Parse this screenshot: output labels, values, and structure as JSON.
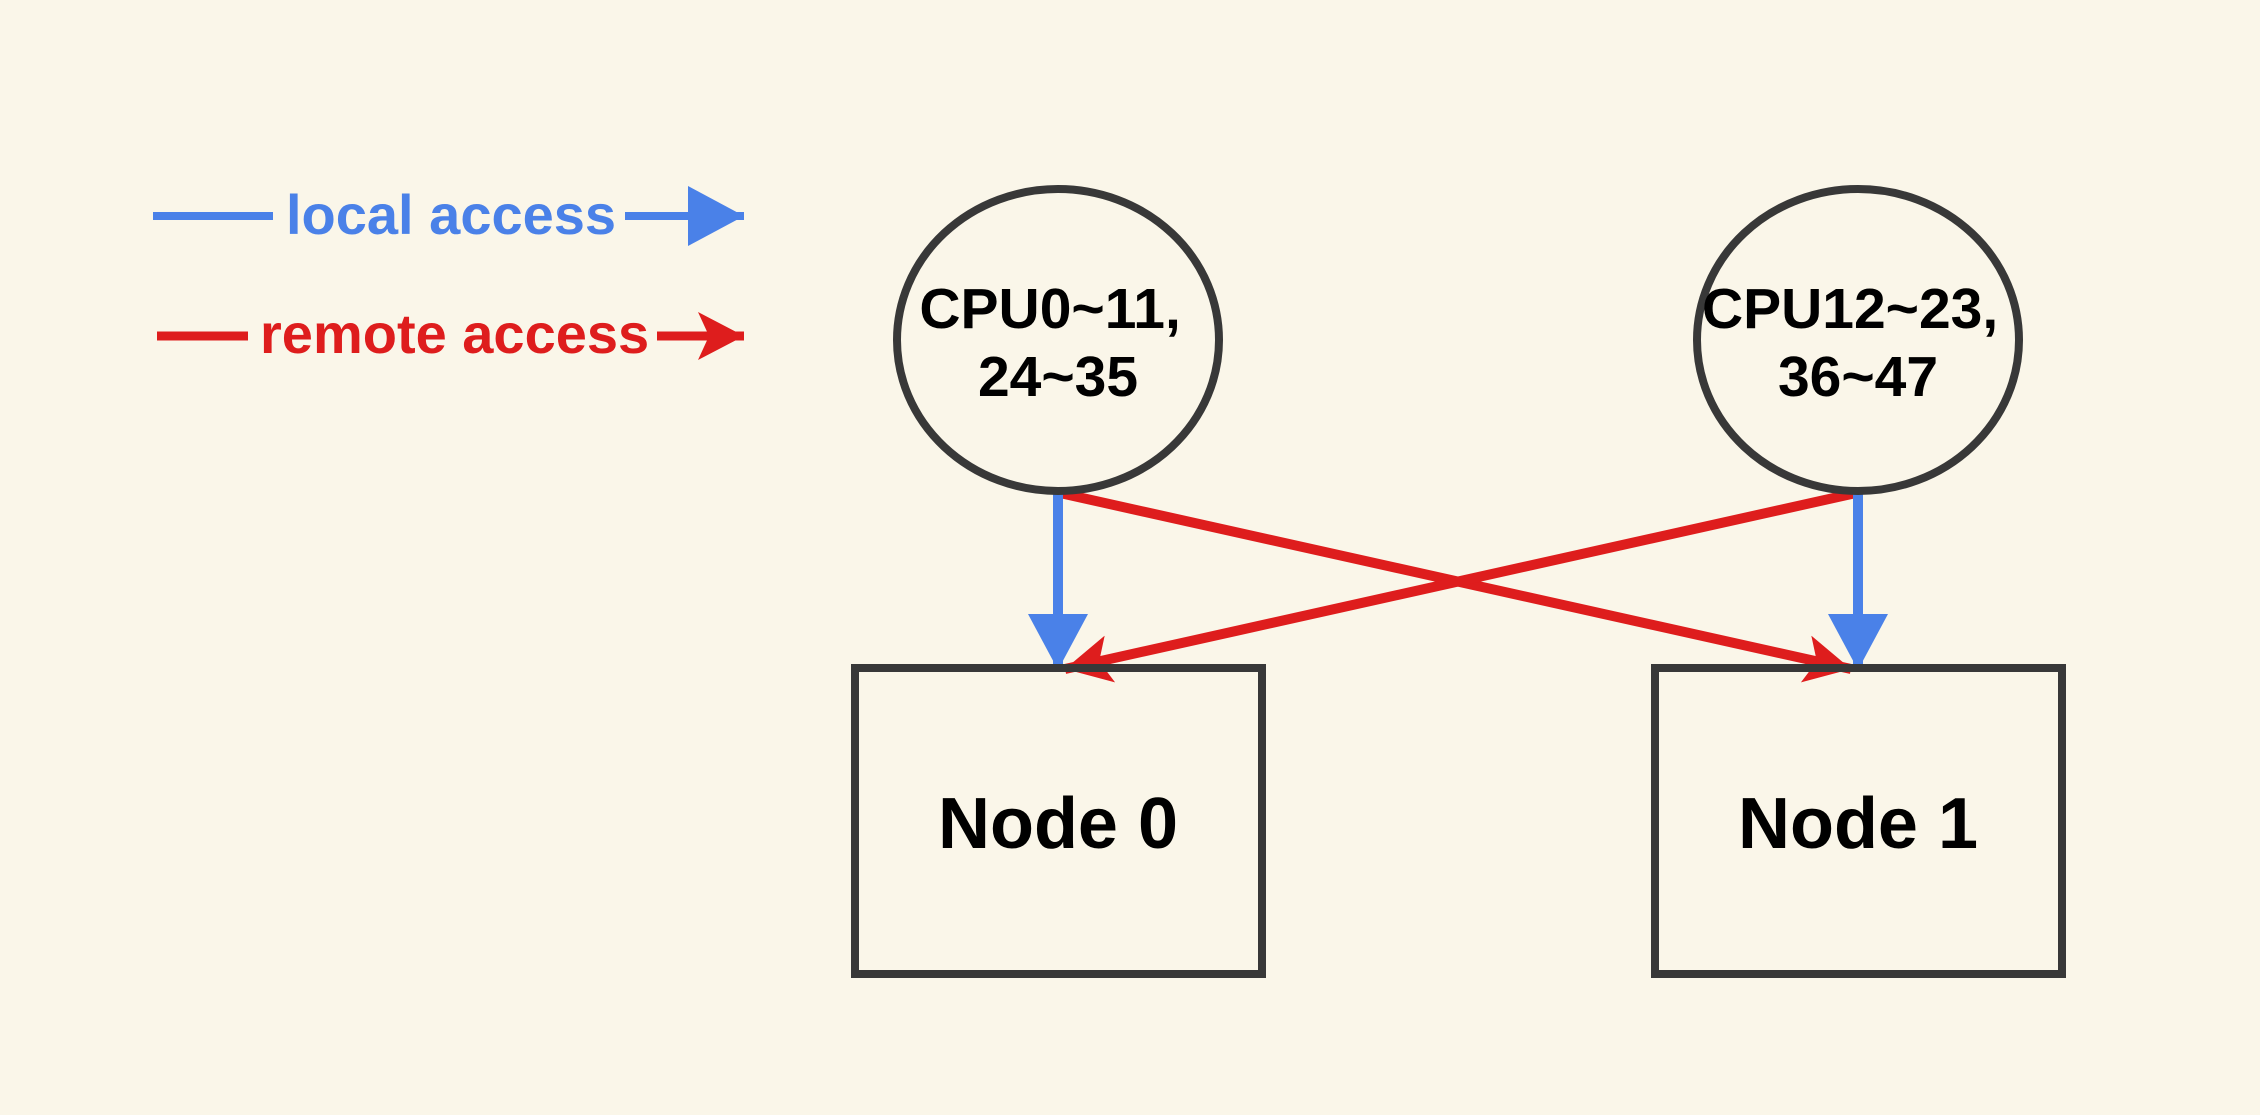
{
  "colors": {
    "background": "#FAF6E9",
    "local_access": "#4A81E8",
    "remote_access": "#DE1D1D",
    "shape_outline": "#383838",
    "label_text": "#000000"
  },
  "legend": {
    "items": [
      {
        "label": "local access",
        "type": "local",
        "color": "#4A81E8"
      },
      {
        "label": "remote access",
        "type": "remote",
        "color": "#DE1D1D"
      }
    ]
  },
  "cpus": [
    {
      "line1": "CPU0~11,",
      "line2": "24~35"
    },
    {
      "line1": "CPU12~23,",
      "line2": "36~47"
    }
  ],
  "nodes": [
    {
      "label": "Node 0"
    },
    {
      "label": "Node 1"
    }
  ],
  "edges": [
    {
      "from": "CPU0~11, 24~35",
      "to": "Node 0",
      "type": "local"
    },
    {
      "from": "CPU12~23, 36~47",
      "to": "Node 1",
      "type": "local"
    },
    {
      "from": "CPU0~11, 24~35",
      "to": "Node 1",
      "type": "remote"
    },
    {
      "from": "CPU12~23, 36~47",
      "to": "Node 0",
      "type": "remote"
    }
  ]
}
